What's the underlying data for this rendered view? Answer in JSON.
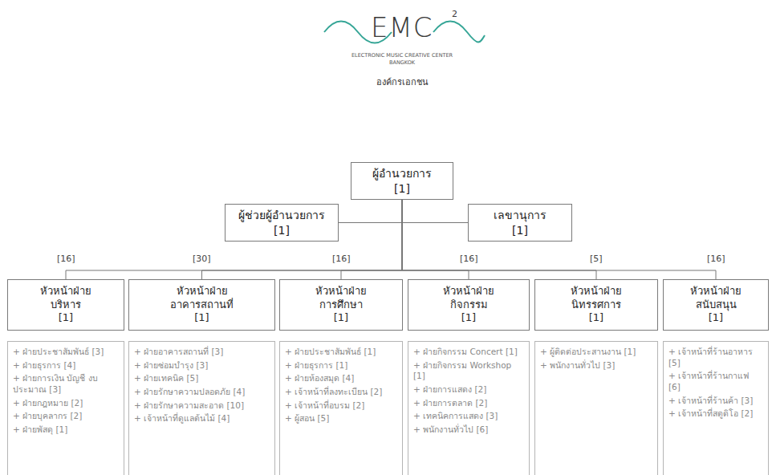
{
  "diagram": {
    "nodes": [
      {
        "text": [
          "ผู้อำนวยการ",
          "[1]"
        ]
      },
      {
        "text": [
          "ผู้ช่วยผู้อำนวยการ",
          "[1]"
        ]
      },
      {
        "text": [
          "เลขานุการ",
          "[1]"
        ]
      },
      {
        "text": [
          "หัวหน้าฝ่าย บริหาร",
          "[1]"
        ]
      },
      {
        "text": [
          "หัวหน้าฝ่าย อาคารสถานที่",
          "[1]"
        ]
      },
      {
        "text": [
          "หัวหน้าฝ่าย การศึกษา",
          "[1]"
        ]
      },
      {
        "text": [
          "หัวหน้าฝ่าย กิจกรรม",
          "[1]"
        ]
      },
      {
        "text": [
          "หัวหน้าฝ่าย นิทรรศการ",
          "[1]"
        ]
      },
      {
        "text": [
          "หัวหน้าฝ่าย สนับสนุน",
          "[1]"
        ]
      },
      {
        "text": [
          "+ ฝ่ายประชาสัมพันธ์ [3]",
          "+ ฝ่ายธุรการ [4]",
          "+ ฝ่ายการเงิน บัญชี งบประมาณ [3]",
          "+ ฝ่ายกฎหมาย [2]",
          "+ ฝ่ายบุคลากร [2]",
          "+ ฝ่ายพัสดุ [1]"
        ]
      },
      {
        "text": [
          "+ ฝ่ายอาคารสถานที่ [3]",
          "+ ฝ่ายซ่อมบำรุง [3]",
          "+ ฝ่ายเทคนิค [5]",
          "+ ฝ่ายรักษาความปลอดภัย [4]",
          "+ ฝ่ายรักษาความสะอาด [10]",
          "+ เจ้าหน้าที่ดูแลต้นไม้ [4]"
        ]
      },
      {
        "text": [
          "+ ฝ่ายประชาสัมพันธ์ [1]",
          "+ ฝ่ายธุรการ [1]",
          "+ ฝ่ายห้องสมุด [4]",
          "+ เจ้าหน้าที่ลงทะเบียน [2]",
          "+ เจ้าหน้าที่อบรม [2]",
          "+ ผู้สอน [5]"
        ]
      },
      {
        "text": [
          "+ ฝ่ายกิจกรรม Concert [1]",
          "+ ฝ่ายกิจกรรม Workshop [1]",
          "+ ฝ่ายการแสดง [2]",
          "+ ฝ่ายการตลาด [2]",
          "+ เทคนิคการแสดง [3]",
          "+ พนักงานทั่วไป [6]"
        ]
      },
      {
        "text": [
          "+ ผู้ติดต่อประสานงาน [1]",
          "+ พนักงานทั่วไป [3]"
        ]
      },
      {
        "text": [
          "+ เจ้าหน้าที่ร้านอาหาร [5]",
          "+ เจ้าหน้าที่ร้านกาแฟ [6]",
          "+ เจ้าหน้าที่ร้านค้า [3]",
          "+ เจ้าหน้าที่สตูดิโอ [2]"
        ]
      }
    ],
    "edges": [
      {
        "from": 0,
        "to": 1,
        "arrow": "none"
      },
      {
        "from": 0,
        "to": 2,
        "arrow": "none"
      },
      {
        "from": 0,
        "to": 3,
        "arrow": "none"
      },
      {
        "from": 0,
        "to": 4,
        "arrow": "none"
      },
      {
        "from": 0,
        "to": 5,
        "arrow": "none"
      },
      {
        "from": 0,
        "to": 6,
        "arrow": "none"
      },
      {
        "from": 0,
        "to": 7,
        "arrow": "none"
      },
      {
        "from": 0,
        "to": 8,
        "arrow": "none"
      }
    ],
    "labels": [
      "EMC",
      "2",
      "ELECTRONIC MUSIC CREATIVE CENTER",
      "BANGKOK",
      "องค์กรเอกชน",
      "[16]",
      "[30]",
      "[16]",
      "[16]",
      "[5]",
      "[16]"
    ]
  }
}
